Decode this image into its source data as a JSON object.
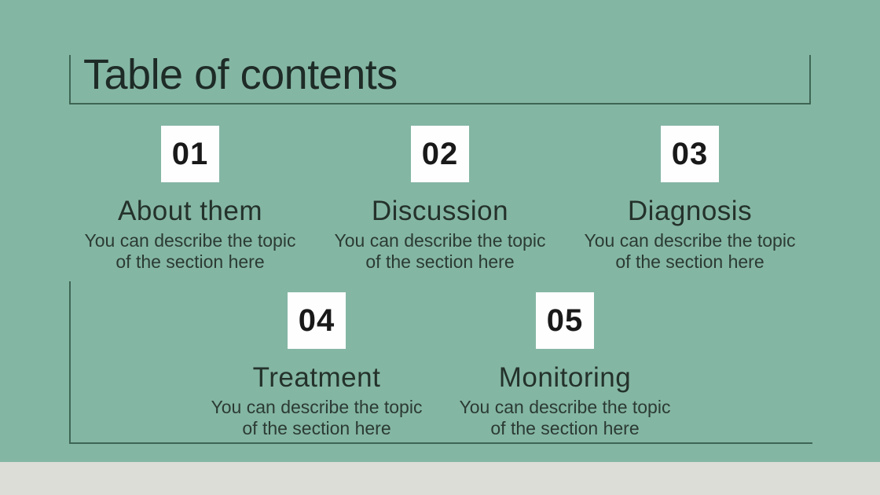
{
  "slide": {
    "title": "Table of contents",
    "background_color": "#84b6a4",
    "accent_line_color": "#3e6554",
    "footer_strip_color": "#dbddd6",
    "number_box_color": "#fefefe",
    "text_color": "#24322b"
  },
  "sections": [
    {
      "number": "01",
      "title": "About them",
      "desc1": "You can describe the topic",
      "desc2": "of the section here"
    },
    {
      "number": "02",
      "title": "Discussion",
      "desc1": "You can describe the topic",
      "desc2": "of the section here"
    },
    {
      "number": "03",
      "title": "Diagnosis",
      "desc1": "You can describe the topic",
      "desc2": "of the section here"
    },
    {
      "number": "04",
      "title": "Treatment",
      "desc1": "You can describe the topic",
      "desc2": "of the section here"
    },
    {
      "number": "05",
      "title": "Monitoring",
      "desc1": "You can describe the topic",
      "desc2": "of the section here"
    }
  ]
}
